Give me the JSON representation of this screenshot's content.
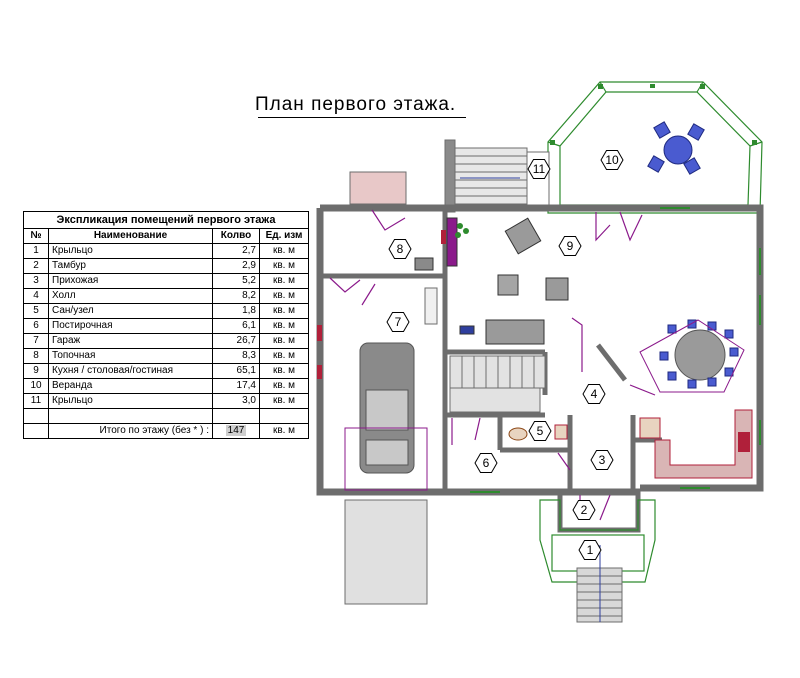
{
  "title": "План  первого  этажа.",
  "table": {
    "caption": "Экспликация помещений первого этажа",
    "headers": [
      "№",
      "Наименование",
      "Колво",
      "Ед. изм"
    ],
    "rows": [
      {
        "n": "1",
        "name": "Крыльцо",
        "qty": "2,7",
        "unit": "кв. м"
      },
      {
        "n": "2",
        "name": "Тамбур",
        "qty": "2,9",
        "unit": "кв. м"
      },
      {
        "n": "3",
        "name": "Прихожая",
        "qty": "5,2",
        "unit": "кв. м"
      },
      {
        "n": "4",
        "name": "Холл",
        "qty": "8,2",
        "unit": "кв. м"
      },
      {
        "n": "5",
        "name": "Сан/узел",
        "qty": "1,8",
        "unit": "кв. м"
      },
      {
        "n": "6",
        "name": "Постирочная",
        "qty": "6,1",
        "unit": "кв. м"
      },
      {
        "n": "7",
        "name": "Гараж",
        "qty": "26,7",
        "unit": "кв. м"
      },
      {
        "n": "8",
        "name": "Топочная",
        "qty": "8,3",
        "unit": "кв. м"
      },
      {
        "n": "9",
        "name": "Кухня / столовая/гостиная",
        "qty": "65,1",
        "unit": "кв. м"
      },
      {
        "n": "10",
        "name": "Веранда",
        "qty": "17,4",
        "unit": "кв. м"
      },
      {
        "n": "11",
        "name": "Крыльцо",
        "qty": "3,0",
        "unit": "кв. м"
      }
    ],
    "total_label": "Итого по этажу  (без * ) :",
    "total_value": "147",
    "total_unit": "кв. м"
  },
  "plan": {
    "room_numbers": [
      "1",
      "2",
      "3",
      "4",
      "5",
      "6",
      "7",
      "8",
      "9",
      "10",
      "11"
    ]
  },
  "colors": {
    "wall": "#6d6d6d",
    "door": "#8b1a8b",
    "veranda": "#2e8b2e",
    "furniture": "#2f3f9e",
    "accent": "#b0203a"
  }
}
